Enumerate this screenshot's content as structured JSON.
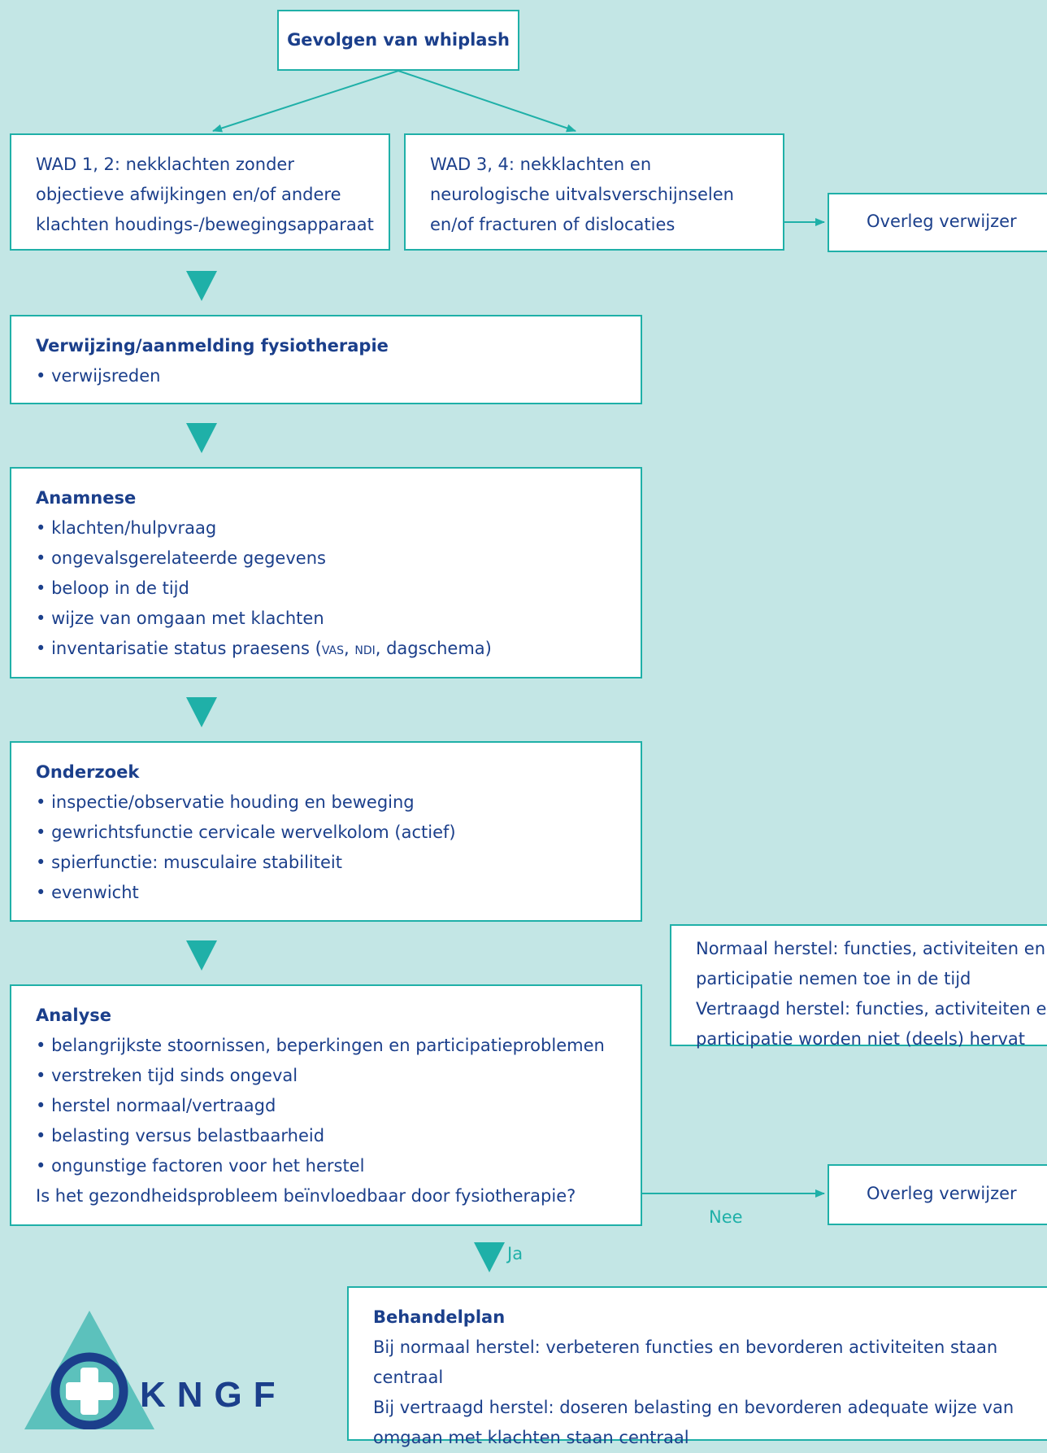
{
  "top": {
    "title": "Gevolgen van whiplash"
  },
  "wad12": {
    "lines": [
      "WAD 1, 2: nekklachten zonder",
      "objectieve afwijkingen en/of andere",
      "klachten houdings-/bewegingsapparaat"
    ]
  },
  "wad34": {
    "lines": [
      "WAD 3, 4: nekklachten en",
      "neurologische uitvalsverschijnselen",
      "en/of fracturen of dislocaties"
    ]
  },
  "overleg_1": "Overleg verwijzer",
  "verwijzing": {
    "title": "Verwijzing/aanmelding fysiotherapie",
    "items": [
      "verwijsreden"
    ]
  },
  "anamnese": {
    "title": "Anamnese",
    "items": [
      "klachten/hulpvraag",
      "ongevalsgerelateerde gegevens",
      "beloop in de tijd",
      "wijze van omgaan met klachten"
    ],
    "last_item": {
      "before": "inventarisatie status praesens (",
      "abbr1": "VAS",
      "sep": ", ",
      "abbr2": "NDI",
      "after": ", dagschema)"
    }
  },
  "onderzoek": {
    "title": "Onderzoek",
    "items": [
      "inspectie/observatie houding en beweging",
      "gewrichtsfunctie cervicale wervelkolom (actief)",
      "spierfunctie: musculaire stabiliteit",
      "evenwicht"
    ]
  },
  "herstel": {
    "lines": [
      "Normaal herstel: functies, activiteiten en",
      "participatie nemen toe in de tijd",
      "Vertraagd herstel: functies, activiteiten en",
      "participatie worden niet (deels) hervat"
    ]
  },
  "analyse": {
    "title": "Analyse",
    "items": [
      "belangrijkste stoornissen, beperkingen en participatieproblemen",
      "verstreken tijd sinds ongeval",
      "herstel normaal/vertraagd",
      "belasting versus belastbaarheid",
      "ongunstige factoren voor het herstel"
    ],
    "question": "Is het gezondheidsprobleem beïnvloedbaar door fysiotherapie?"
  },
  "overleg_2": "Overleg verwijzer",
  "nee_label": "Nee",
  "ja_label": "Ja",
  "behandelplan": {
    "title": "Behandelplan",
    "lines": [
      "Bij normaal herstel: verbeteren functies en bevorderen activiteiten staan centraal",
      "Bij vertraagd herstel: doseren belasting en bevorderen adequate wijze van",
      "omgaan met klachten staan centraal"
    ]
  },
  "logo": {
    "text": "KNGF"
  },
  "colors": {
    "background": "#c3e6e5",
    "accent": "#1fb0a8",
    "text": "#1b3f8b"
  }
}
